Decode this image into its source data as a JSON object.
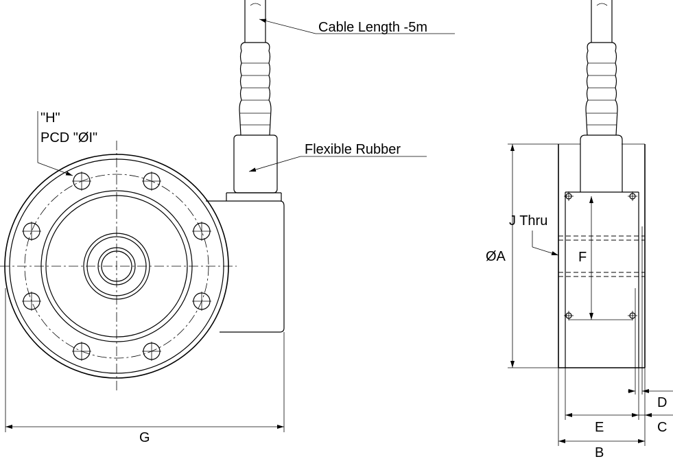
{
  "labels": {
    "cable_length": "Cable Length -5m",
    "flexible_rubber": "Flexible Rubber",
    "h_label": "\"H\"",
    "pcd_label": "PCD \"ØI\"",
    "j_thru": "J Thru"
  },
  "dimensions": {
    "A": "ØA",
    "B": "B",
    "C": "C",
    "D": "D",
    "E": "E",
    "F": "F",
    "G": "G"
  }
}
